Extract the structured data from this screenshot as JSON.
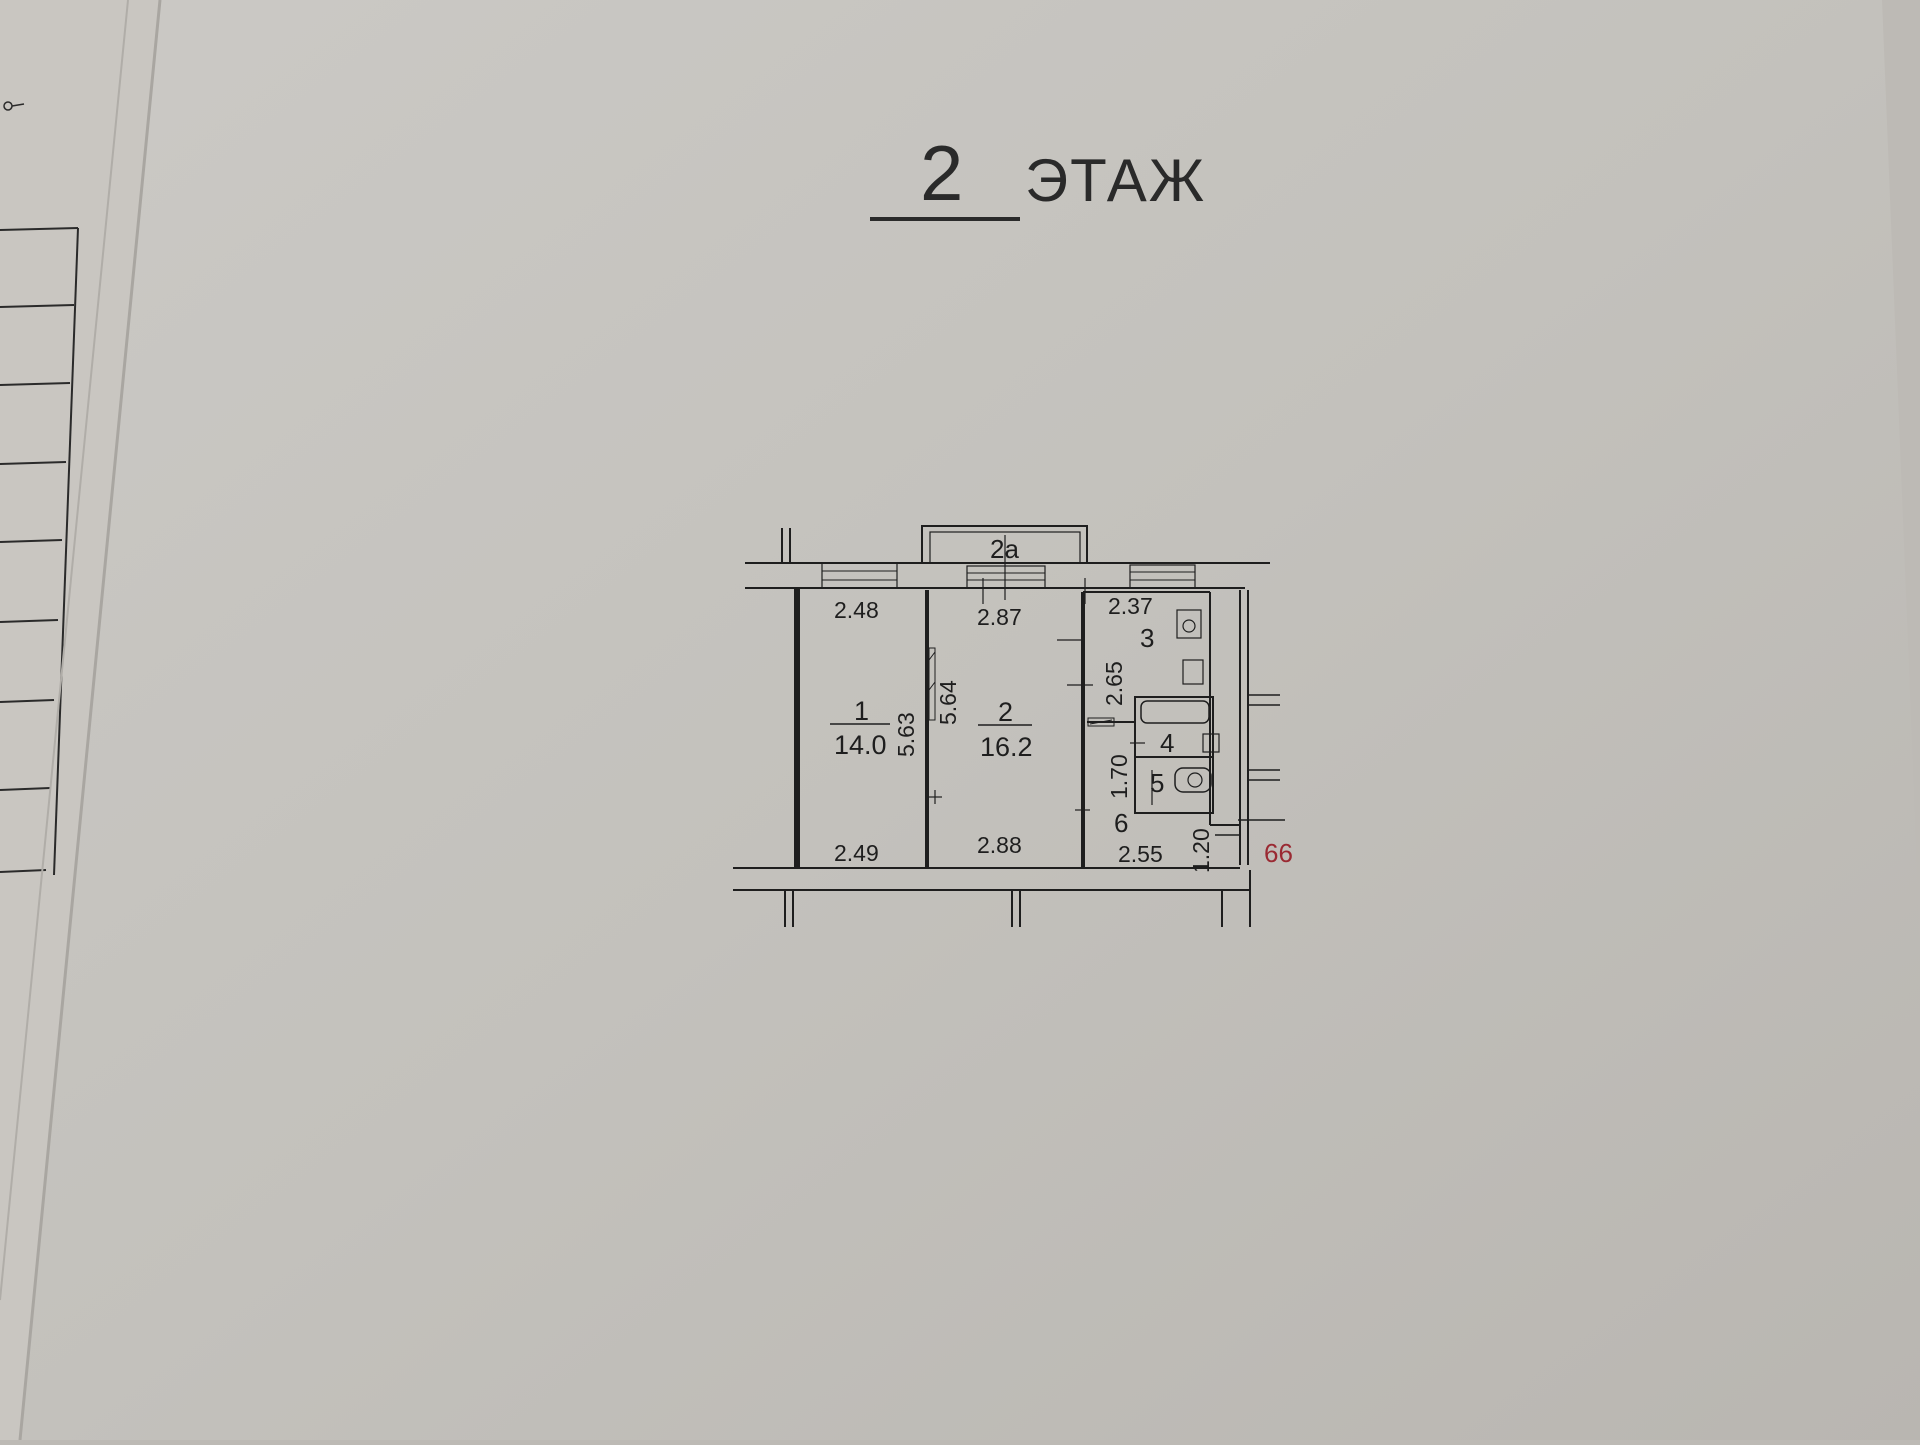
{
  "header": {
    "floor_number": "2",
    "floor_word": "ЭТАЖ"
  },
  "plan": {
    "balcony_label": "2а",
    "rooms": [
      {
        "number": "1",
        "area": "14.0"
      },
      {
        "number": "2",
        "area": "16.2"
      },
      {
        "number": "3"
      },
      {
        "number": "4"
      },
      {
        "number": "5"
      },
      {
        "number": "6"
      }
    ],
    "dimensions": {
      "room1_top": "2.48",
      "room1_bottom": "2.49",
      "room1_side": "5.63",
      "room2_top": "2.87",
      "room2_bottom": "2.88",
      "room2_side": "5.64",
      "room3_top": "2.37",
      "room3_side": "2.65",
      "hall_side": "1.70",
      "hall_bottom": "2.55",
      "hall_small": "1.20"
    },
    "apartment_number": "66",
    "colors": {
      "apartment_number": "#9a2a33",
      "ink": "#1e1e1e"
    }
  }
}
